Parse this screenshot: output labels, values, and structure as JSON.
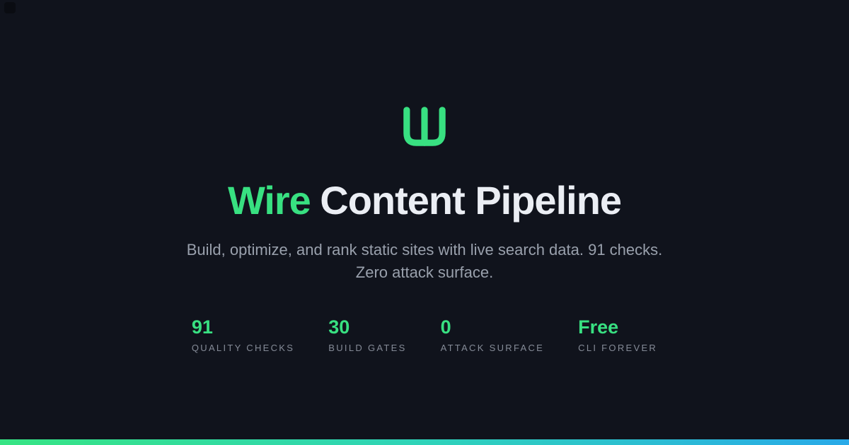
{
  "page": {
    "background_color": "#10131c",
    "accent_green": "#38e081",
    "accent_blue": "#29a9e8",
    "title_color": "#ebeef4",
    "subtitle_color": "#99a0ac",
    "label_color": "#858b97"
  },
  "logo": {
    "icon": "wire-logo-mark",
    "color": "#38e081"
  },
  "title": {
    "highlight": "Wire",
    "rest": "Content Pipeline"
  },
  "subtitle": "Build, optimize, and rank static sites with live search data. 91 checks. Zero attack surface.",
  "stats": [
    {
      "value": "91",
      "label": "QUALITY CHECKS"
    },
    {
      "value": "30",
      "label": "BUILD GATES"
    },
    {
      "value": "0",
      "label": "ATTACK SURFACE"
    },
    {
      "value": "Free",
      "label": "CLI FOREVER"
    }
  ],
  "footer_bar": {
    "gradient_from": "#36e483",
    "gradient_mid": "#2fd3b9",
    "gradient_to": "#29a9e8"
  }
}
